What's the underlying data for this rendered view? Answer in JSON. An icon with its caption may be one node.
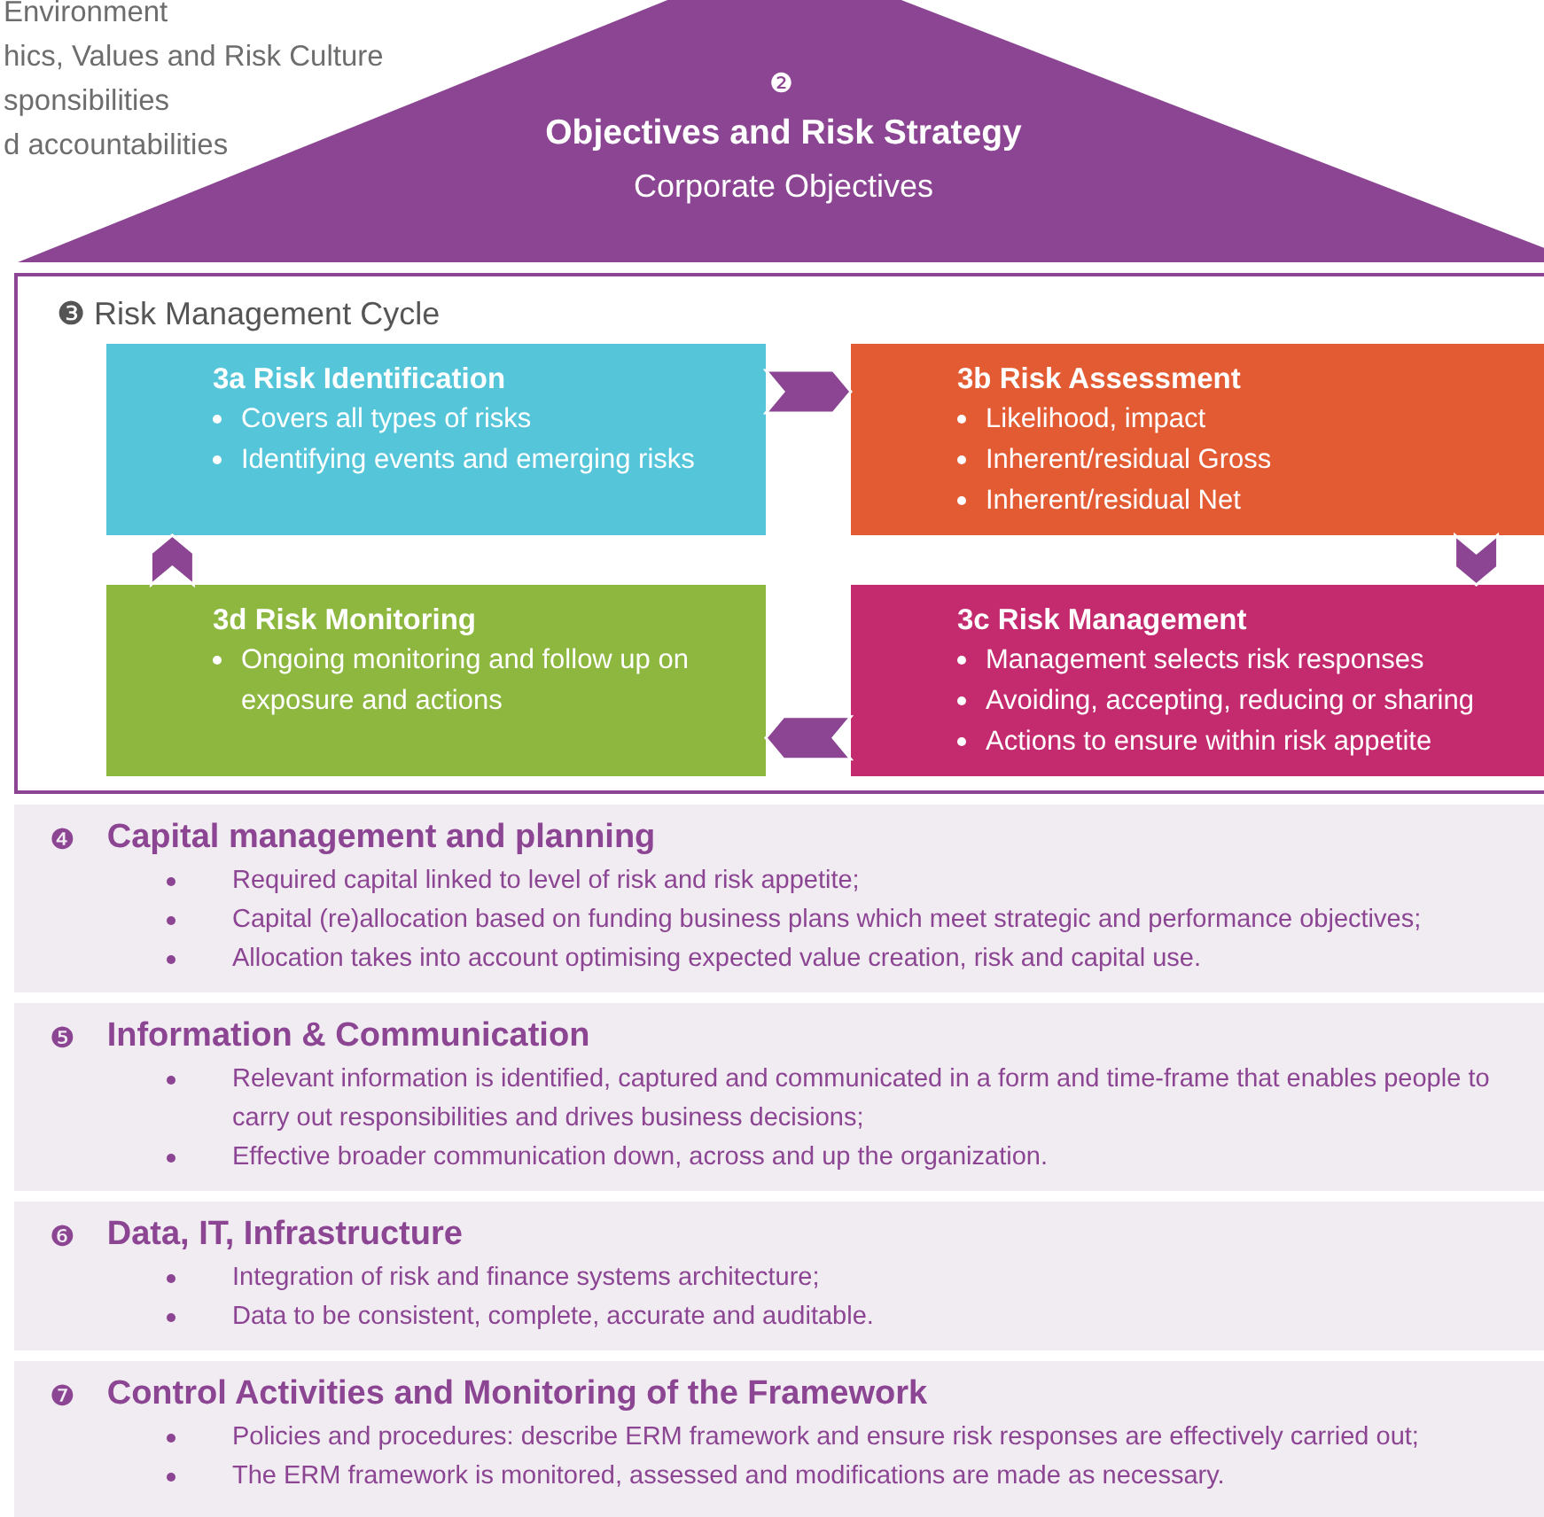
{
  "diagram": {
    "nodes": [
      {
        "text": [
          "❷",
          "Objectives and Risk Strategy",
          "Corporate Objectives"
        ]
      },
      {
        "text": [
          "❸ Risk Management Cycle"
        ]
      },
      {
        "text": [
          "3a Risk Identification",
          "Covers all types of risks",
          "Identifying events and emerging risks"
        ],
        "in": 1
      },
      {
        "text": [
          "3b Risk Assessment",
          "Likelihood, impact",
          "Inherent/residual Gross",
          "Inherent/residual Net"
        ],
        "in": 1
      },
      {
        "text": [
          "3d Risk Monitoring",
          "Ongoing monitoring and follow up on exposure and actions"
        ],
        "in": 1
      },
      {
        "text": [
          "3c Risk Management",
          "Management selects risk responses",
          "Avoiding, accepting, reducing or sharing",
          "Actions to ensure within risk appetite"
        ],
        "in": 1
      },
      {
        "text": [
          "❹",
          "Capital management and planning",
          "Required capital linked to level of risk and risk appetite;",
          "Capital (re)allocation based on funding business plans which meet strategic and performance objectives;",
          "Allocation takes into account optimising expected value creation, risk and capital use."
        ]
      },
      {
        "text": [
          "❺",
          "Information & Communication",
          "Relevant information is identified, captured and communicated in a form and time-frame that enables people to carry out responsibilities and drives business decisions;",
          "Effective broader communication down, across and up the organization."
        ]
      },
      {
        "text": [
          "❻",
          "Data, IT, Infrastructure",
          "Integration of risk and finance systems architecture;",
          "Data to be consistent, complete, accurate and auditable."
        ]
      },
      {
        "text": [
          "❼",
          "Control Activities and Monitoring of the Framework",
          "Policies and procedures: describe ERM framework and ensure risk responses are effectively carried out;",
          "The ERM framework is monitored, assessed and modifications are made as necessary."
        ]
      }
    ],
    "edges": [
      {
        "from": 2,
        "to": 3,
        "arrow": "to"
      },
      {
        "from": 3,
        "to": 5,
        "arrow": "to"
      },
      {
        "from": 5,
        "to": 4,
        "arrow": "to"
      },
      {
        "from": 4,
        "to": 2,
        "arrow": "to"
      }
    ],
    "labels": [
      "Environment",
      "hics, Values and Risk Culture",
      "sponsibilities",
      "d accountabilities"
    ]
  }
}
